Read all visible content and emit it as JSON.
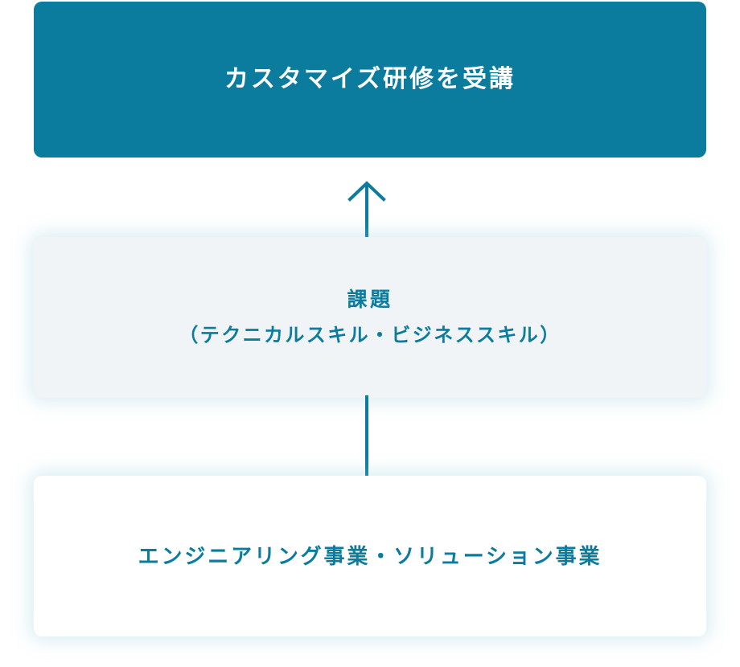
{
  "diagram": {
    "type": "flowchart",
    "orientation": "bottom-to-top",
    "colors": {
      "accent_teal": "#0c7c9e",
      "top_box_fill": "#0c7c9e",
      "top_box_text": "#ffffff",
      "middle_box_fill": "#f1f4f6",
      "bottom_box_fill": "#ffffff",
      "body_text": "#0c7c9e",
      "page_background": "#ffffff",
      "glow_shadow": "rgba(140, 200, 220, 0.30)"
    },
    "nodes": [
      {
        "id": "top",
        "label": "カスタマイズ研修を受講",
        "style": "filled"
      },
      {
        "id": "middle",
        "line_main": "課題",
        "line_sub": "（テクニカルスキル・ビジネススキル）",
        "style": "light"
      },
      {
        "id": "bottom",
        "label": "エンジニアリング事業・ソリューション事業",
        "style": "white"
      }
    ],
    "connectors": [
      {
        "id": "middle-to-top",
        "from": "middle",
        "to": "top",
        "kind": "arrow-up"
      },
      {
        "id": "bottom-to-middle",
        "from": "bottom",
        "to": "middle",
        "kind": "line"
      }
    ]
  }
}
